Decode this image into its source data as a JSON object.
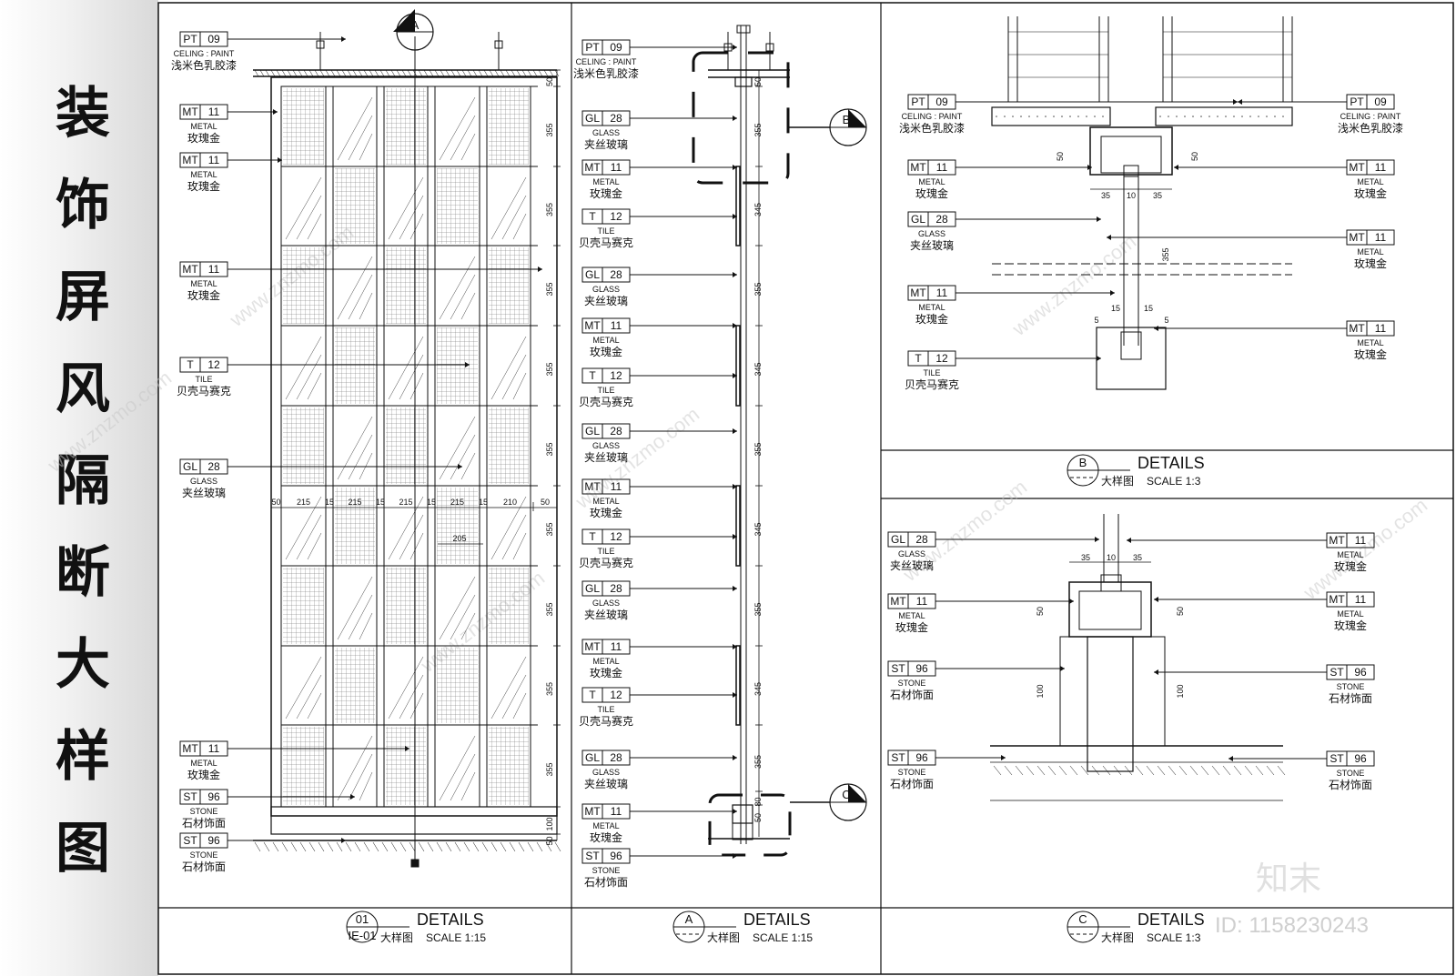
{
  "sidebar": {
    "title_chars": [
      "装",
      "饰",
      "屏",
      "风",
      "隔",
      "断",
      "大",
      "样",
      "图"
    ]
  },
  "tag_types": {
    "PT09": {
      "code": "PT",
      "num": "09",
      "en": "CELING : PAINT",
      "cn": "浅米色乳胶漆"
    },
    "MT11": {
      "code": "MT",
      "num": "11",
      "en": "METAL",
      "cn": "玫瑰金"
    },
    "T12": {
      "code": "T",
      "num": "12",
      "en": "TILE",
      "cn": "贝壳马赛克"
    },
    "GL28": {
      "code": "GL",
      "num": "28",
      "en": "GLASS",
      "cn": "夹丝玻璃"
    },
    "ST96": {
      "code": "ST",
      "num": "96",
      "en": "STONE",
      "cn": "石材饰面"
    }
  },
  "panel1": {
    "tags": [
      "PT09",
      "MT11",
      "MT11",
      "MT11",
      "T12",
      "GL28",
      "MT11",
      "ST96",
      "ST96"
    ],
    "right_dims": [
      "50",
      "355",
      "355",
      "355",
      "355",
      "355",
      "355",
      "355",
      "355",
      "355",
      "100",
      "50"
    ],
    "width_dims": [
      "50",
      "215",
      "15",
      "215",
      "15",
      "215",
      "15",
      "215",
      "15",
      "210",
      "50"
    ],
    "inner_dim": "205",
    "section_marker": "A",
    "title": {
      "num": "01",
      "sheet": "IE-01",
      "en": "DETAILS",
      "cn": "大样图",
      "scale": "SCALE   1:15"
    }
  },
  "panelA": {
    "tags": [
      "PT09",
      "GL28",
      "MT11",
      "T12",
      "GL28",
      "MT11",
      "T12",
      "GL28",
      "MT11",
      "T12",
      "GL28",
      "MT11",
      "T12",
      "GL28",
      "MT11",
      "ST96"
    ],
    "dims": [
      "50",
      "355",
      "345",
      "355",
      "345",
      "355",
      "345",
      "355",
      "345",
      "355",
      "80",
      "50"
    ],
    "markers": [
      "B",
      "C"
    ],
    "title": {
      "letter": "A",
      "en": "DETAILS",
      "cn": "大样图",
      "scale": "SCALE   1:15"
    }
  },
  "panelB": {
    "left_tags": [
      "PT09",
      "MT11",
      "GL28",
      "MT11",
      "T12"
    ],
    "right_tags": [
      "PT09",
      "MT11",
      "MT11",
      "MT11"
    ],
    "dims": [
      "50",
      "50",
      "35",
      "10",
      "35",
      "355",
      "15",
      "15",
      "5",
      "5"
    ],
    "title": {
      "letter": "B",
      "en": "DETAILS",
      "cn": "大样图",
      "scale": "SCALE   1:3"
    }
  },
  "panelC": {
    "left_tags": [
      "GL28",
      "MT11",
      "ST96",
      "ST96"
    ],
    "right_tags": [
      "MT11",
      "MT11",
      "ST96",
      "ST96"
    ],
    "dims": [
      "35",
      "10",
      "35",
      "50",
      "50",
      "100",
      "100"
    ],
    "title": {
      "letter": "C",
      "en": "DETAILS",
      "cn": "大样图",
      "scale": "SCALE   1:3"
    }
  },
  "watermark": {
    "text": "www.znzmo.com",
    "logo": "知末",
    "id": "ID: 1158230243"
  },
  "colors": {
    "line": "#111111",
    "grid": "#555555",
    "watermark": "#c8c8c8"
  }
}
